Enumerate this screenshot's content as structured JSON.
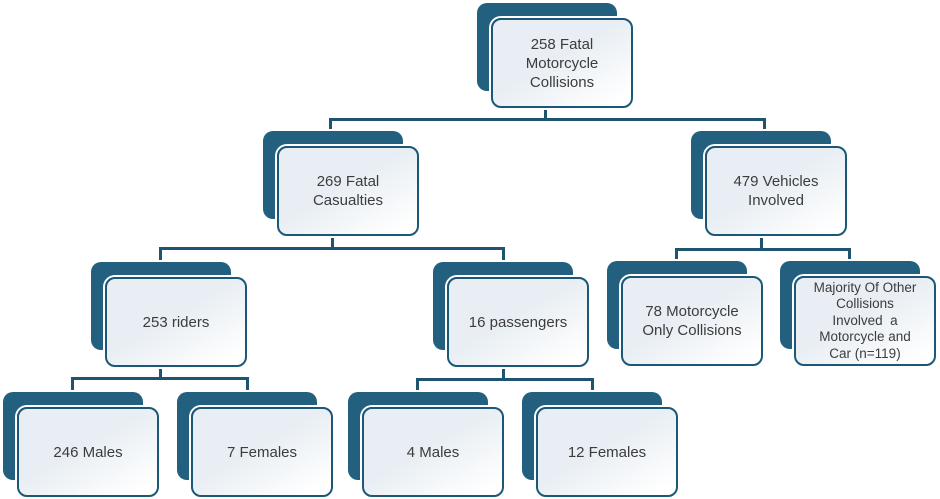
{
  "diagram_title": "Fatal Motorcycle Collisions breakdown flowchart",
  "colors": {
    "node_back": "#235F7E",
    "node_border": "#1B5878",
    "node_fill_top": "#E8EEF3",
    "node_fill_bottom": "#FFFFFF",
    "connector": "#1E5470",
    "text": "#3C3C3C",
    "background": "#FFFFFF"
  },
  "nodes": [
    {
      "id": "root",
      "label": "258 Fatal\nMotorcycle\nCollisions"
    },
    {
      "id": "fatal-casualties",
      "label": "269 Fatal\nCasualties"
    },
    {
      "id": "vehicles-involved",
      "label": "479 Vehicles\nInvolved"
    },
    {
      "id": "riders",
      "label": "253 riders"
    },
    {
      "id": "passengers",
      "label": "16 passengers"
    },
    {
      "id": "motorcycle-only",
      "label": "78 Motorcycle\nOnly Collisions"
    },
    {
      "id": "majority-other",
      "label": "Majority Of Other\nCollisions\nInvolved  a\nMotorcycle and\nCar (n=119)"
    },
    {
      "id": "riders-males",
      "label": "246 Males"
    },
    {
      "id": "riders-females",
      "label": "7 Females"
    },
    {
      "id": "passengers-males",
      "label": "4 Males"
    },
    {
      "id": "passengers-females",
      "label": "12 Females"
    }
  ],
  "edges": [
    {
      "from": "root",
      "to": "fatal-casualties"
    },
    {
      "from": "root",
      "to": "vehicles-involved"
    },
    {
      "from": "fatal-casualties",
      "to": "riders"
    },
    {
      "from": "fatal-casualties",
      "to": "passengers"
    },
    {
      "from": "vehicles-involved",
      "to": "motorcycle-only"
    },
    {
      "from": "vehicles-involved",
      "to": "majority-other"
    },
    {
      "from": "riders",
      "to": "riders-males"
    },
    {
      "from": "riders",
      "to": "riders-females"
    },
    {
      "from": "passengers",
      "to": "passengers-males"
    },
    {
      "from": "passengers",
      "to": "passengers-females"
    }
  ]
}
